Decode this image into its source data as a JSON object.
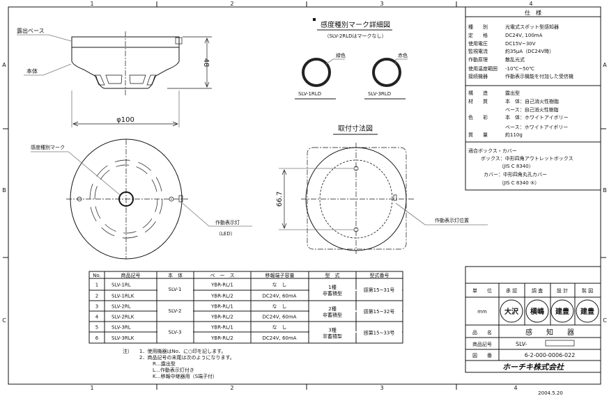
{
  "frame": {
    "columns": [
      "1",
      "2",
      "3",
      "4"
    ],
    "rows": [
      "A",
      "B",
      "C"
    ],
    "date": "2004.5.20"
  },
  "side_view": {
    "label_base": "露出ベース",
    "label_body": "本体",
    "dim_height": "48",
    "dim_diameter": "φ100"
  },
  "bottom_view": {
    "label_mark": "感度種別マーク",
    "label_led": "作動表示灯",
    "label_led_sub": "（LED）"
  },
  "mark_detail": {
    "title": "感度種別マーク詳細図",
    "subtitle": "（SLV-2RLDはマークなし）",
    "left_color": "緑色",
    "left_model": "SLV-1RLD",
    "right_color": "赤色",
    "right_model": "SLV-3RLD"
  },
  "mounting": {
    "title": "取付寸法図",
    "dim_pitch": "66.7",
    "label_led_pos": "作動表示灯位置"
  },
  "spec": {
    "title": "仕　様",
    "rows": [
      {
        "k": "種　　別",
        "v": "光電式スポット型感知器"
      },
      {
        "k": "定　　格",
        "v": "DC24V, 100mA"
      },
      {
        "k": "使用電圧",
        "v": "DC15V~30V"
      },
      {
        "k": "監視電流",
        "v": "約35μA（DC24V時）"
      },
      {
        "k": "作動原理",
        "v": "散乱光式"
      },
      {
        "k": "使用温度範囲",
        "v": "-10℃~50℃"
      },
      {
        "k": "接続機器",
        "v": "作動表示機能を付加した受信機"
      }
    ],
    "rows2": [
      {
        "k": "構　　造",
        "v": "露出型"
      },
      {
        "k": "材　　質",
        "v": "本　体：自己消火性樹脂"
      },
      {
        "k": "",
        "v": "ベース：自己消火性樹脂"
      },
      {
        "k": "色　　彩",
        "v": "本　体：ホワイトアイボリー"
      },
      {
        "k": "",
        "v": "ベース：ホワイトアイボリー"
      },
      {
        "k": "質　　量",
        "v": "約110g"
      }
    ],
    "box": [
      "適合ボックス・カバー",
      "ボックス：中形四角アウトレットボックス",
      "（JIS C 8340）",
      "カバー：中形四角丸孔カバー",
      "（JIS C 8340 ⑤）"
    ]
  },
  "parts_table": {
    "headers": [
      "No.",
      "商品記号",
      "本　体",
      "ベ　ー　ス",
      "移報端子容量",
      "型　式",
      "型式番号"
    ],
    "rows": [
      {
        "no": "1",
        "code": "SLV-1RL",
        "base": "YBR-RL/1",
        "cap": "な　し"
      },
      {
        "no": "2",
        "code": "SLV-1RLK",
        "base": "YBR-RL/2",
        "cap": "DC24V, 60mA"
      },
      {
        "no": "3",
        "code": "SLV-2RL",
        "base": "YBR-RL/1",
        "cap": "な　し"
      },
      {
        "no": "4",
        "code": "SLV-2RLK",
        "base": "YBR-RL/2",
        "cap": "DC24V, 60mA"
      },
      {
        "no": "5",
        "code": "SLV-3RL",
        "base": "YBR-RL/1",
        "cap": "な　し"
      },
      {
        "no": "6",
        "code": "SLV-3RLK",
        "base": "YBR-RL/2",
        "cap": "DC24V, 60mA"
      }
    ],
    "groups": [
      {
        "body": "SLV-1",
        "type1": "1種",
        "type2": "非蓄積型",
        "num": "感第15~31号"
      },
      {
        "body": "SLV-2",
        "type1": "2種",
        "type2": "非蓄積型",
        "num": "感第15~32号"
      },
      {
        "body": "SLV-3",
        "type1": "3種",
        "type2": "非蓄積型",
        "num": "感第15~33号"
      }
    ],
    "notes": {
      "prefix": "注）",
      "lines": [
        "1．使用機器はNo．に○印を記します。",
        "2．商品記号の末尾は次のようになります。",
        "R…露出型",
        "L…作動表示灯付き",
        "K…移報中継器用（S端子付）"
      ]
    }
  },
  "title_block": {
    "headers": [
      "単　　位",
      "承 認",
      "調 査",
      "設 計",
      "製 図"
    ],
    "unit": "mm",
    "stamps": [
      "大沢",
      "横嶋",
      "建豊",
      "建豊"
    ],
    "name_label": "品　　名",
    "name": "感　　知　　器",
    "code_label": "商品記号",
    "code": "SLV-",
    "drawing_label": "図　　番",
    "drawing_no": "6-2-000-0006-022",
    "company": "ホーチキ株式会社"
  }
}
